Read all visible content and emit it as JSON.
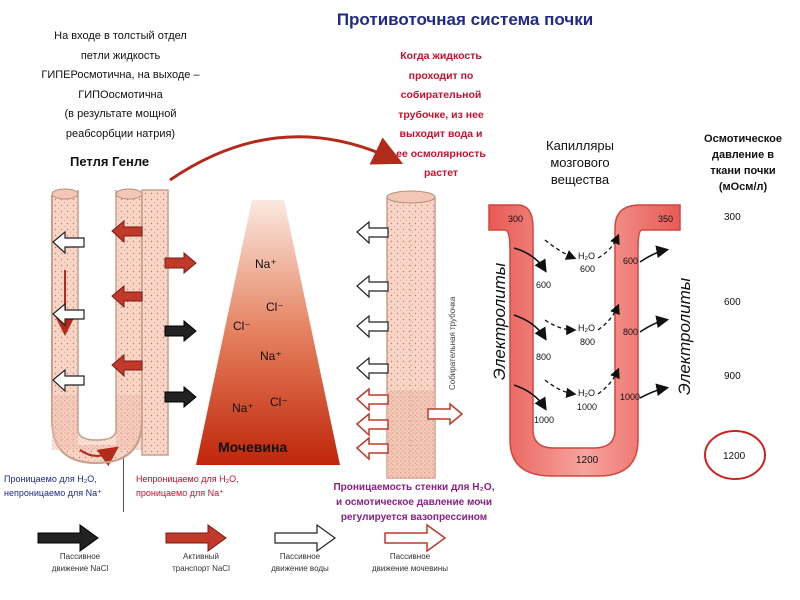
{
  "title": "Противоточная система почки",
  "intro_lines": [
    "На входе в толстый отдел",
    "петли жидкость",
    "ГИПЕРосмотична, на выходе –",
    "ГИПОосмотична",
    "(в результате мощной",
    "реабсорбции натрия)"
  ],
  "collecting_note_lines": [
    "Когда жидкость",
    "проходит по",
    "собирательной",
    "трубочке, из нее",
    "выходит вода и",
    "ее осмолярность",
    "растет"
  ],
  "loop_label": "Петля Генле",
  "capillaries_label_lines": [
    "Капилляры",
    "мозгового",
    "вещества"
  ],
  "osmotic_title_lines": [
    "Осмотическое",
    "давление в",
    "ткани почки",
    "(мОсм/л)"
  ],
  "osmotic_values": [
    "300",
    "600",
    "900",
    "1200"
  ],
  "gradient_labels": {
    "na1": "Na⁺",
    "cl1": "Cl⁻",
    "cl2": "Cl⁻",
    "na2": "Na⁺",
    "cl3": "Cl⁻",
    "na3": "Na⁺",
    "urea": "Мочевина"
  },
  "collecting_duct_label": "Собирательная трубочка",
  "capillary_values": {
    "in_top": "300",
    "out_top": "350",
    "left": [
      "600",
      "800",
      "1000"
    ],
    "right": [
      "600",
      "800",
      "1000"
    ],
    "water_left": [
      "600",
      "800",
      "1000"
    ],
    "bottom": "1200",
    "h2o": "H₂O"
  },
  "electrolytes_label": "Электролиты",
  "permeable_lines": [
    "Проницаемо для H₂O,",
    "непроницаемо для Na⁺"
  ],
  "impermeable_lines": [
    "Непроницаемо для H₂O,",
    "проницаемо для Na⁺"
  ],
  "vasopressin_lines": [
    "Проницаемость стенки для H₂O,",
    "и осмотическое давление мочи",
    "регулируется вазопрессином"
  ],
  "legend": [
    {
      "lines": [
        "Пассивное",
        "движение NaCl"
      ],
      "color": "#222222"
    },
    {
      "lines": [
        "Активный",
        "транспорт NaCl"
      ],
      "color": "#c0392b"
    },
    {
      "lines": [
        "Пассивное",
        "движение воды"
      ],
      "color": "#ffffff"
    },
    {
      "lines": [
        "Пассивное",
        "движение мочевины"
      ],
      "color": "#ffffff"
    }
  ],
  "colors": {
    "title": "#1f2a8a",
    "accent_red": "#c8102e",
    "tube_fill": "#f6d2c2",
    "capillary": "#f08c86",
    "gradient_top": "#f8ddd2",
    "gradient_bottom": "#c0250a"
  }
}
